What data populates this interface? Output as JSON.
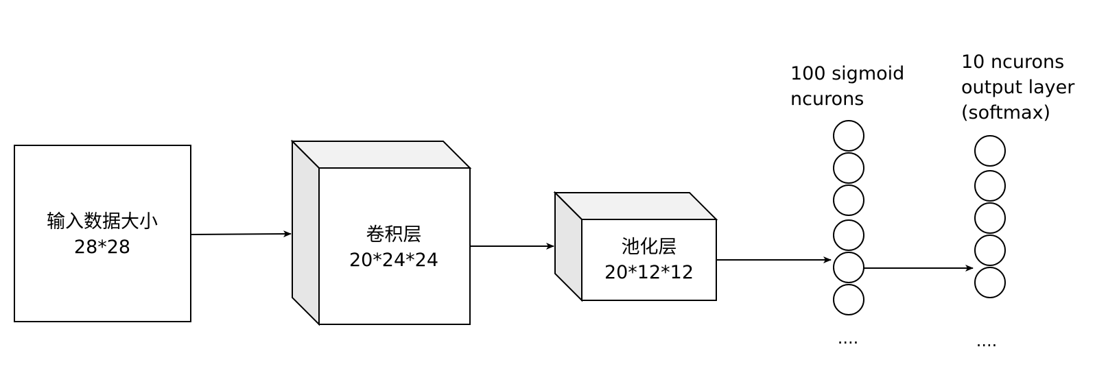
{
  "input_box": {
    "line1": "输入数据大小",
    "line2": "28*28"
  },
  "conv_layer": {
    "line1": "卷积层",
    "line2": "20*24*24"
  },
  "pool_layer": {
    "line1": "池化层",
    "line2": "20*12*12"
  },
  "hidden_layer": {
    "caption_line1": "100 sigmoid",
    "caption_line2": "ncurons",
    "ellipsis": "...."
  },
  "output_layer": {
    "caption_line1": "10 ncurons",
    "caption_line2": "output layer",
    "caption_line3": "(softmax)",
    "ellipsis": "...."
  },
  "colors": {
    "stroke": "#000000",
    "face": "#ffffff",
    "top_face": "#f2f2f2",
    "side_face": "#e6e6e6"
  }
}
